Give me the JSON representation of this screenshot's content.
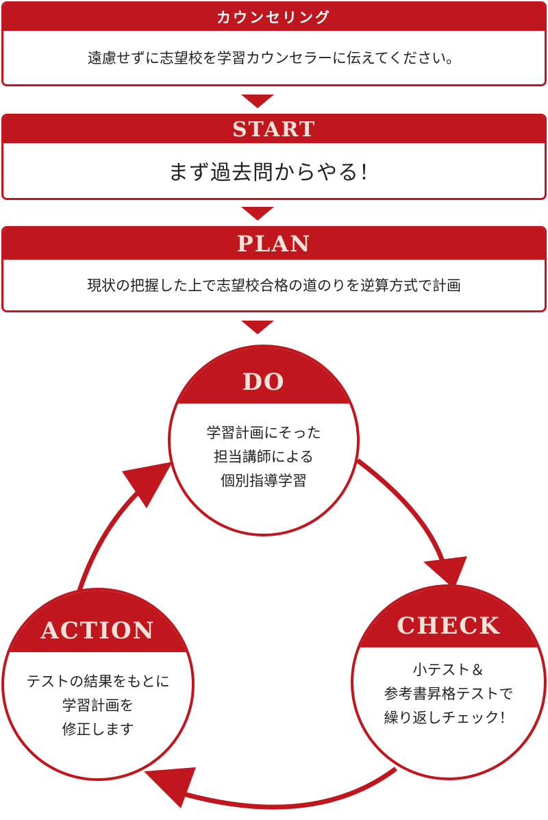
{
  "counseling": {
    "title": "カウンセリング",
    "text": "遠慮せずに志望校を学習カウンセラーに伝えてください。"
  },
  "start": {
    "title": "START",
    "text": "まず過去問からやる！"
  },
  "plan": {
    "title": "PLAN",
    "text": "現状の把握した上で志望校合格の道のりを逆算方式で計画"
  },
  "cycle": {
    "do": {
      "title": "DO",
      "lines": [
        "学習計画にそった",
        "担当講師による",
        "個別指導学習"
      ]
    },
    "check": {
      "title": "CHECK",
      "lines": [
        "小テスト＆",
        "参考書昇格テストで",
        "繰り返しチェック！"
      ]
    },
    "action": {
      "title": "ACTION",
      "lines": [
        "テストの結果をもとに",
        "学習計画を",
        "修正します"
      ]
    }
  },
  "colors": {
    "accent": "#c0171f",
    "title_text": "#f6e2d8"
  }
}
